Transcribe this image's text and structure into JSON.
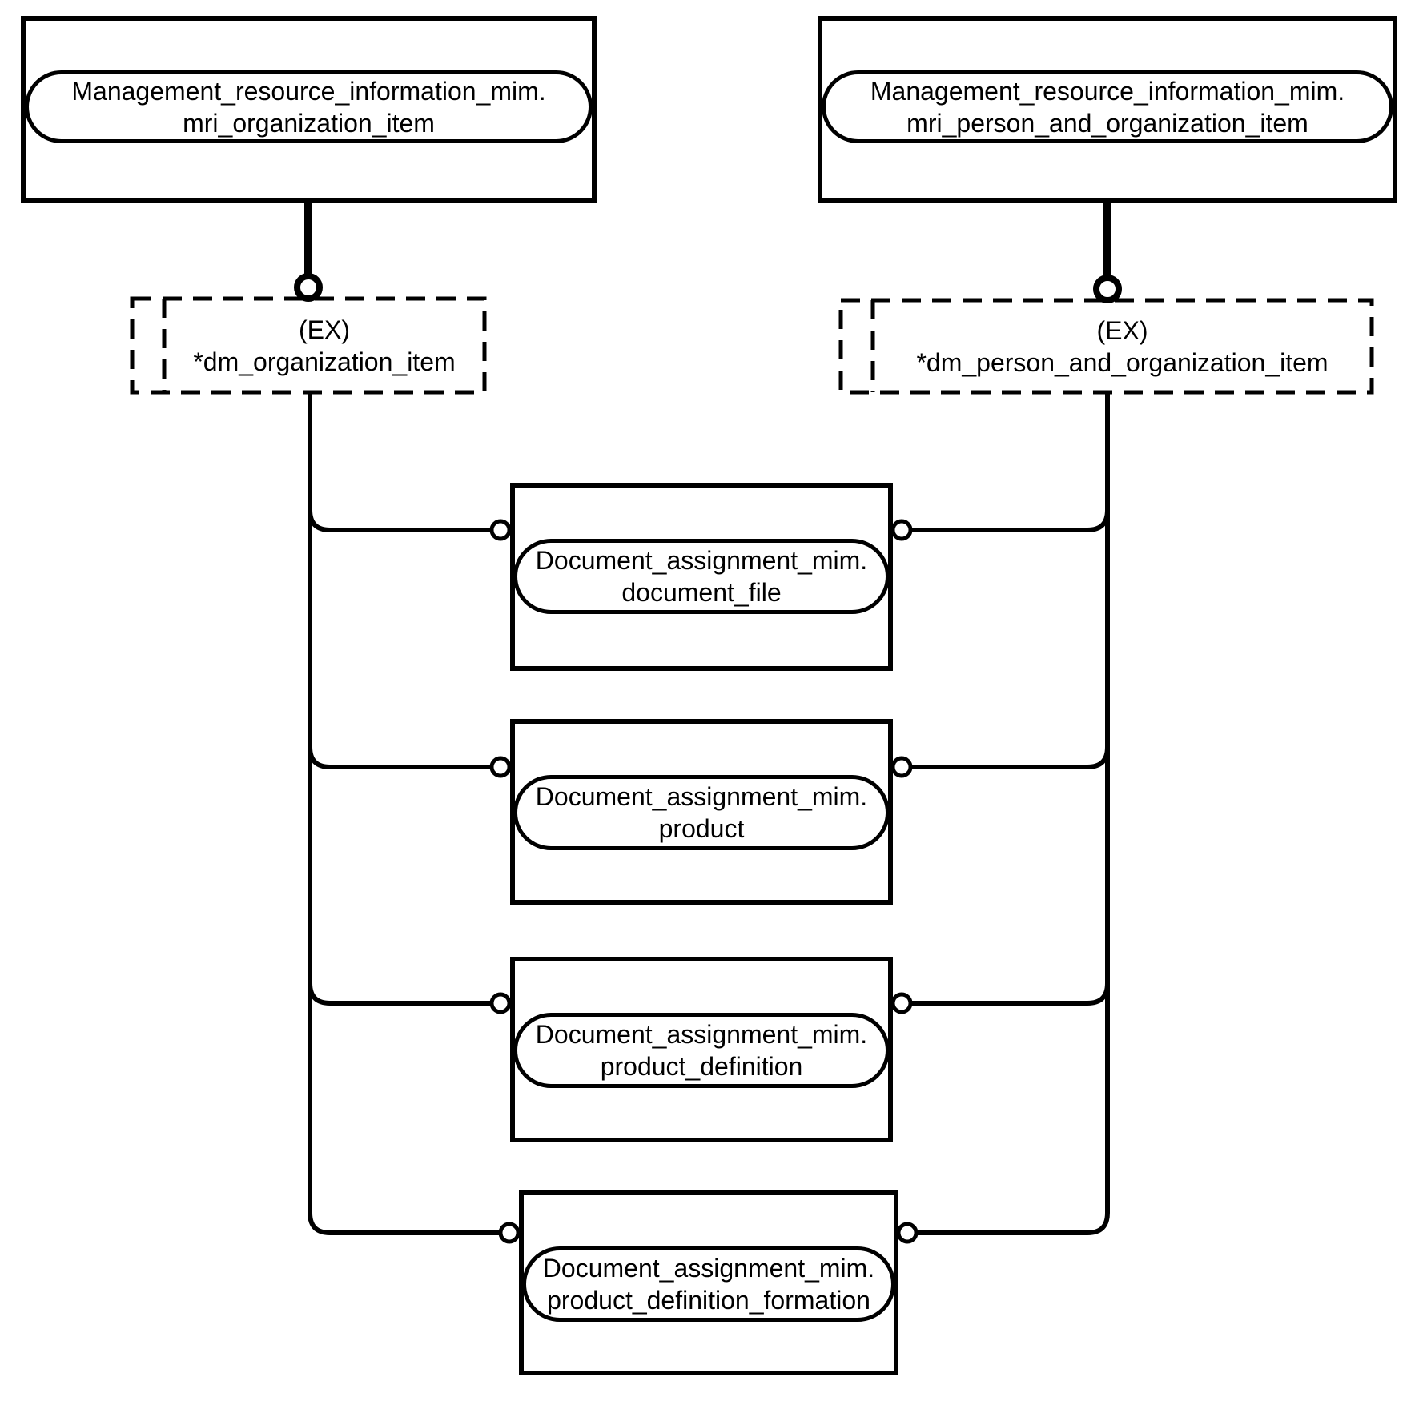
{
  "diagram": {
    "top_entities": [
      {
        "line1": "Management_resource_information_mim.",
        "line2": "mri_organization_item"
      },
      {
        "line1": "Management_resource_information_mim.",
        "line2": "mri_person_and_organization_item"
      }
    ],
    "external_items": [
      {
        "prefix": "(EX)",
        "name": "*dm_organization_item"
      },
      {
        "prefix": "(EX)",
        "name": "*dm_person_and_organization_item"
      }
    ],
    "shared_entities": [
      {
        "line1": "Document_assignment_mim.",
        "line2": "document_file"
      },
      {
        "line1": "Document_assignment_mim.",
        "line2": "product"
      },
      {
        "line1": "Document_assignment_mim.",
        "line2": "product_definition"
      },
      {
        "line1": "Document_assignment_mim.",
        "line2": "product_definition_formation"
      }
    ],
    "colors": {
      "stroke": "#000000",
      "background": "#ffffff"
    }
  }
}
